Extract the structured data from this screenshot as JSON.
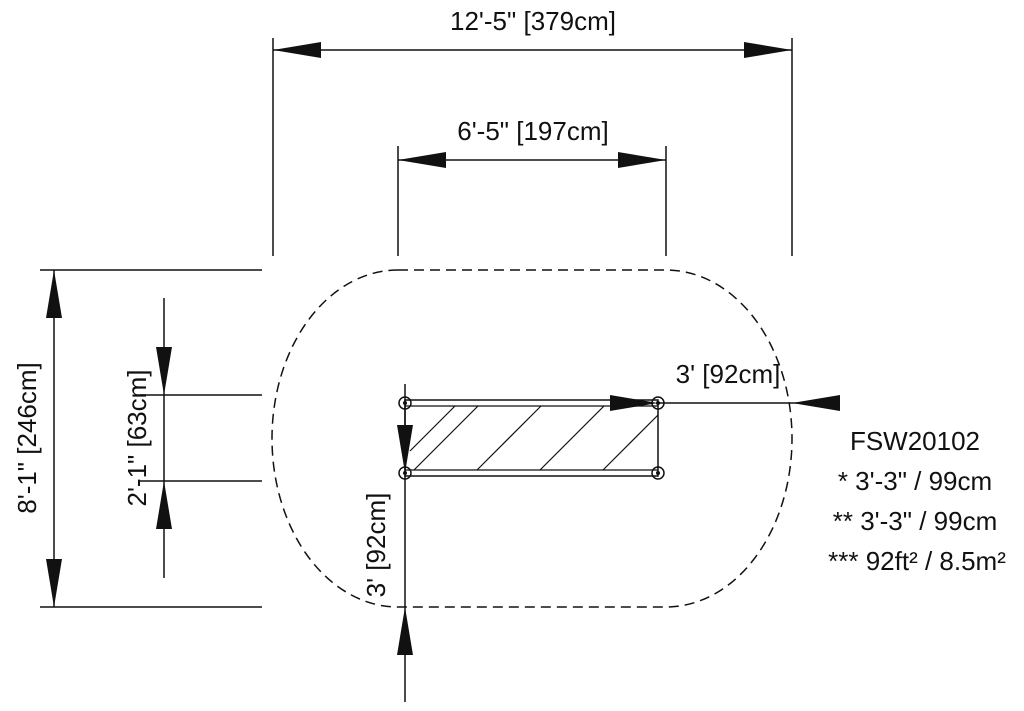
{
  "dimensions": {
    "overall_width": "12'-5\" [379cm]",
    "unit_width": "6'-5\" [197cm]",
    "overall_depth": "8'-1\" [246cm]",
    "unit_depth": "2'-1\" [63cm]",
    "side_clearance": "3' [92cm]",
    "front_clearance": "3' [92cm]"
  },
  "spec": {
    "model": "FSW20102",
    "line1": "* 3'-3\" / 99cm",
    "line2": "** 3'-3\" / 99cm",
    "line3": "*** 92ft² / 8.5m²"
  }
}
